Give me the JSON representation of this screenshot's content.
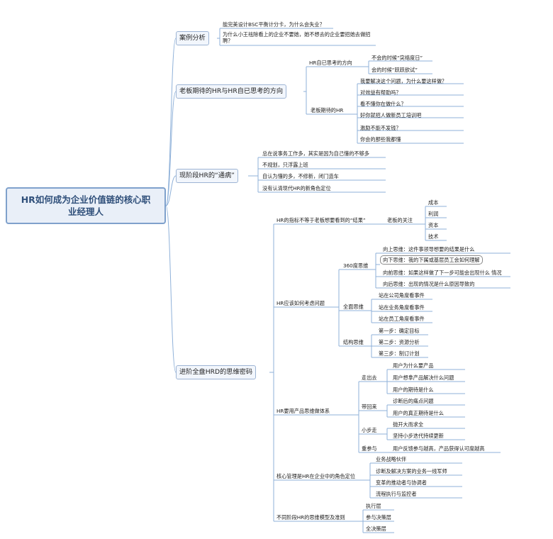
{
  "root": "HR如何成为企业价值链的核心职业经理人",
  "branches": {
    "case": {
      "label": "案例分析",
      "items": [
        "能完美设计BSC平衡计分卡，为什么会失业？",
        "为什么小王祛除看上的企业不要她，她不想去的企业要招她去做招聘？"
      ]
    },
    "boss": {
      "label": "老板期待的HR与HR自已思考的方向",
      "hr_think": {
        "label": "HR自已思考的方向",
        "items": [
          "不会的时候“突络度日”",
          "会的时候“跃跃欲试”"
        ]
      },
      "boss_expect": {
        "label": "老板期待的HR",
        "items": [
          "我要解决这个问题，为什么要这样做？",
          "对效益有帮助吗？",
          "看不懂你在做什么？",
          "好你就招人做新员工培训吧",
          "激励不能不发钱？",
          "你会的那些我都懂"
        ]
      }
    },
    "current": {
      "label": "现阶段HR的“通病”",
      "items": [
        "总在说事务工作多，其实是因为自己懂的不够多",
        "不规划，只浮露上班",
        "自认为懂的多，不修新，闭门造车",
        "没有认清现代HR的新角色定位"
      ]
    },
    "advance": {
      "label": "进阶全盘HRD的思维密码",
      "goal": {
        "label": "HR的指标不等于老板想要看到的“结果”",
        "boss_focus": {
          "label": "老板的关注",
          "items": [
            "成本",
            "利润",
            "资本",
            "技术"
          ]
        }
      },
      "thinking": {
        "label": "HR应该如何考虑问题",
        "deg360": {
          "label": "360度思维",
          "items": [
            "向上思维：这件事领导想要的结果是什么",
            "向下思维：我的下属或基层员工会如何理解",
            "向前思维：如果这样做了下一步可能会出现什么 情况",
            "向后思维：出现的情况是什么原因导致的"
          ]
        },
        "global": {
          "label": "全面思维",
          "items": [
            "站在公司角度看事件",
            "站在业务角度看事件",
            "站在员工角度看事件"
          ]
        },
        "structure": {
          "label": "结构思维",
          "items": [
            "第一步：确定目标",
            "第二步：资源分析",
            "第三步：制订计划"
          ]
        }
      },
      "product": {
        "label": "HR要用产品思维做体系",
        "go_out": {
          "label": "走出去",
          "items": [
            "用户为什么要产品",
            "用户想拿产品解决什么问题",
            "用户的期待是什么"
          ]
        },
        "bring_back": {
          "label": "带回来",
          "items": [
            "诊断后的痛点问题",
            "用户的真正期待是什么"
          ]
        },
        "small_steps": {
          "label": "小步走",
          "items": [
            "抛开大而求全",
            "坚持小步迭代持续更新"
          ]
        },
        "participate": {
          "label": "重参与",
          "items": [
            "用户反馈参与越高，产品获得认可度越高"
          ]
        }
      },
      "core": {
        "label": "核心管理是HR在企业中的角色定位",
        "items": [
          "业务战略伙伴",
          "诊断及解决方案的业务一线军师",
          "变革的推动者与协调者",
          "流程执行与监控者"
        ]
      },
      "stages": {
        "label": "不同阶段HR的思维模型及准则",
        "items": [
          "执行层",
          "参与决策层",
          "全决策层"
        ]
      }
    }
  },
  "colors": {
    "line": "#8fb1d9",
    "root_border": "#7fa1cc",
    "root_text": "#2f4f7a",
    "branch_border": "#9db4d4",
    "highlight_border": "#8a8a8a"
  }
}
